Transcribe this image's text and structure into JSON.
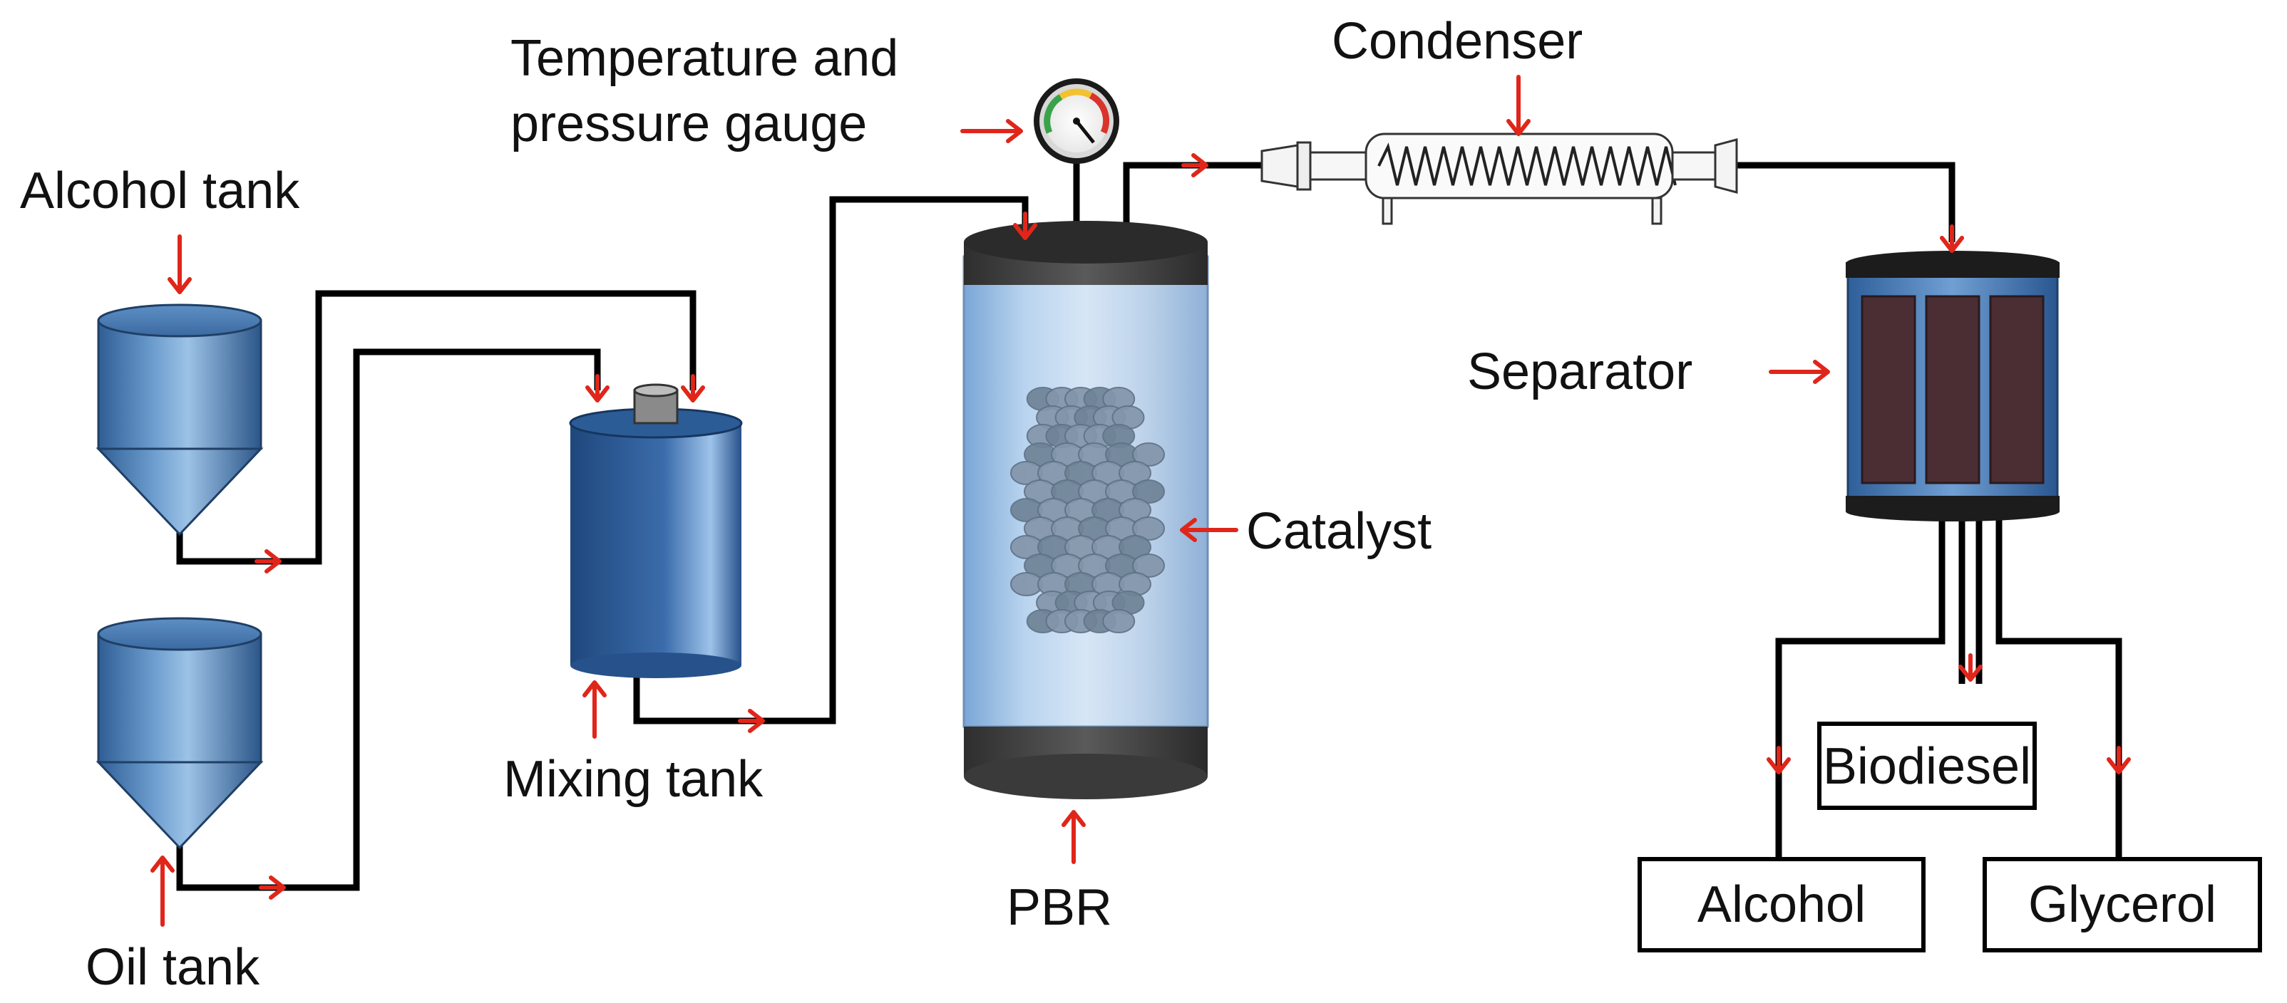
{
  "labels": {
    "gauge_line1": "Temperature and",
    "gauge_line2": "pressure gauge",
    "condenser": "Condenser",
    "alcohol_tank": "Alcohol tank",
    "separator": "Separator",
    "catalyst": "Catalyst",
    "mixing_tank": "Mixing tank",
    "pbr": "PBR",
    "oil_tank": "Oil tank"
  },
  "outputs": {
    "biodiesel": "Biodiesel",
    "alcohol": "Alcohol",
    "glycerol": "Glycerol"
  },
  "colors": {
    "arrow": "#e0261a",
    "pipe": "#000000",
    "tank_blue": "#3d6fa8",
    "tank_light": "#a9c8e8",
    "reactor_cap": "#3a3a3a",
    "separator_panel": "#4a2e34",
    "catalyst_bead": "#7d8fa3"
  }
}
